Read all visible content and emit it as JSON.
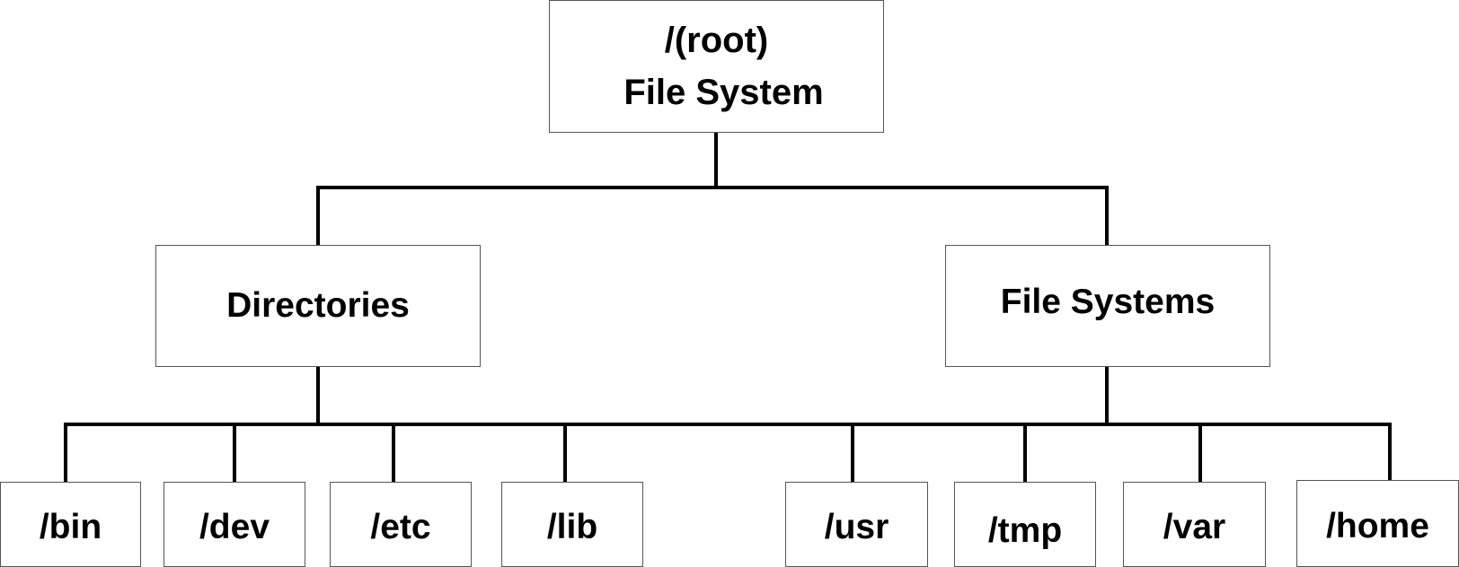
{
  "root": {
    "line1": "/(root)",
    "line2": "File System"
  },
  "branches": {
    "directories": "Directories",
    "file_systems": "File Systems"
  },
  "leaves": [
    "/bin",
    "/dev",
    "/etc",
    "/lib",
    "/usr",
    "/tmp",
    "/var",
    "/home"
  ]
}
